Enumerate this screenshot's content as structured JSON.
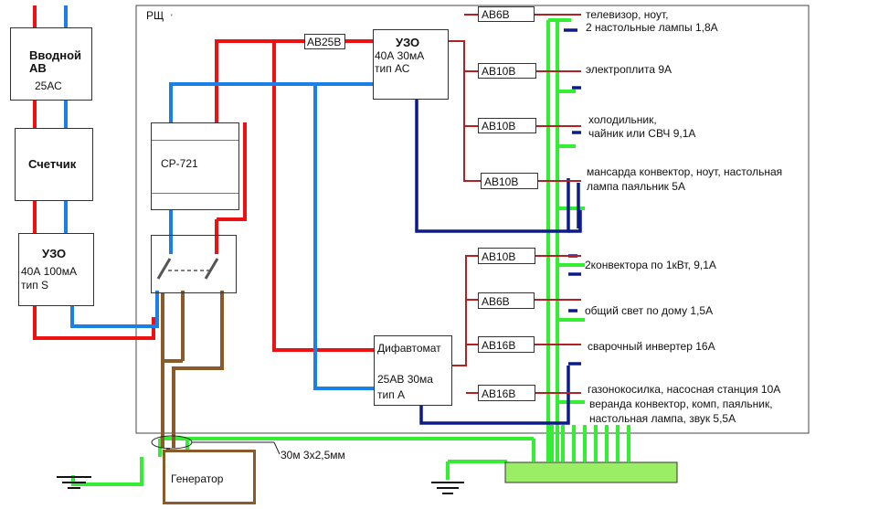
{
  "panel_label": "РЩ",
  "intake": {
    "title_line1": "Вводной",
    "title_line2": "АВ",
    "rating": "25АС"
  },
  "meter": {
    "title": "Счетчик"
  },
  "rcd_main": {
    "title": "УЗО",
    "line1": "40А 100мА",
    "line2": "тип S"
  },
  "relay": {
    "label": "СР-721"
  },
  "breaker_main": {
    "label": "АВ25В"
  },
  "rcd_top": {
    "title": "УЗО",
    "line1": "40А 30мА",
    "line2": "тип АС"
  },
  "difbreaker": {
    "title": "Дифавтомат",
    "line1": "25АВ 30ма",
    "line2": "тип А"
  },
  "top_breakers": [
    "АВ6В",
    "АВ10В",
    "АВ10В",
    "АВ10В"
  ],
  "bottom_breakers": [
    "АВ10В",
    "АВ6В",
    "АВ16В",
    "АВ16В"
  ],
  "loads_top": [
    {
      "line1": "телевизор,  ноут,",
      "line2": "2 настольные лампы 1,8А"
    },
    {
      "line1": "электроплита   9А",
      "line2": ""
    },
    {
      "line1": "холодильник,",
      "line2": "чайник или СВЧ  9,1А"
    },
    {
      "line1": "мансарда конвектор, ноут, настольная",
      "line2": "лампа паяльник  5А"
    }
  ],
  "loads_bottom": [
    {
      "line1": "2конвектора по 1кВт,    9,1А",
      "line2": ""
    },
    {
      "line1": "общий свет по дому      1,5А",
      "line2": ""
    },
    {
      "line1": "сварочный инвертер 16А",
      "line2": ""
    },
    {
      "line1": "газонокосилка, насосная станция 10А",
      "line2": "веранда конвектор, комп, паяльник,",
      "line3": "настольная лампа, звук 5,5А"
    }
  ],
  "generator": {
    "label": "Генератор"
  },
  "cable": {
    "label": "30м 3х2,5мм"
  },
  "colors": {
    "phase": "#ee1111",
    "neutral": "#1a7fe6",
    "neutral_dark": "#0d1a8c",
    "ground": "#33ee33",
    "generator_cable": "#8a5a2b",
    "load_phase": "#b22222"
  }
}
